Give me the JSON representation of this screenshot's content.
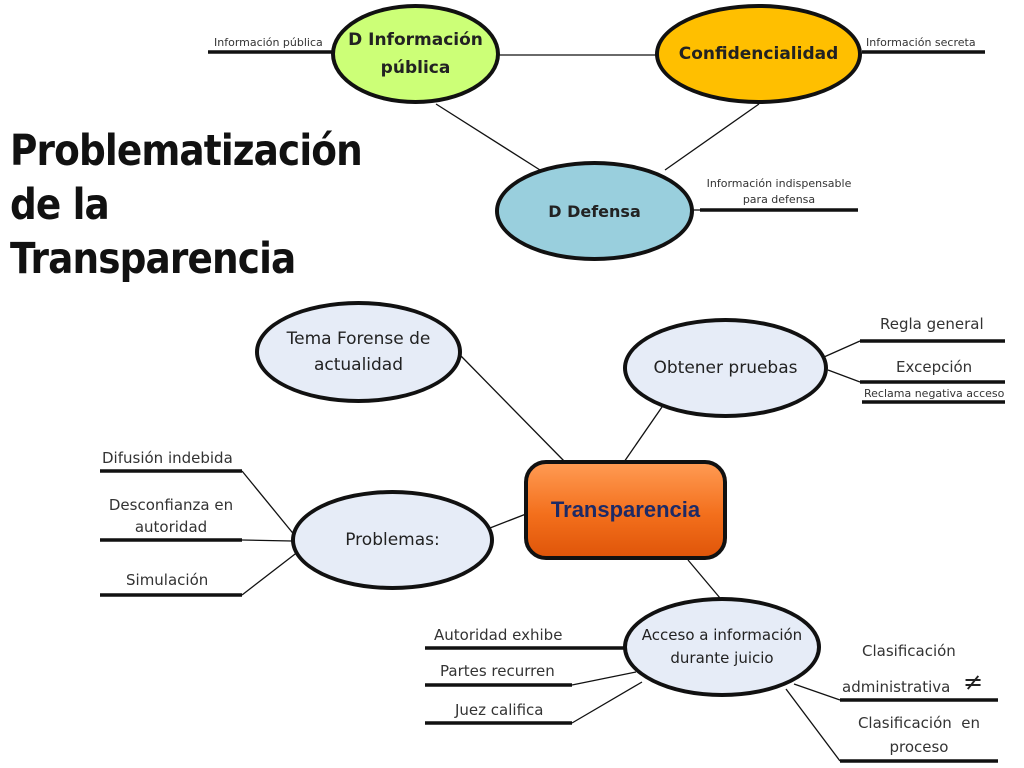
{
  "title": {
    "line1": "Problematización",
    "line2": "de la",
    "line3": "Transparencia"
  },
  "center": {
    "label": "Transparencia"
  },
  "nodes": {
    "d_info": {
      "line1": "D Información",
      "line2": "pública"
    },
    "confidencialidad": {
      "label": "Confidencialidad"
    },
    "d_defensa": {
      "label": "D Defensa"
    },
    "tema_forense": {
      "line1": "Tema Forense de",
      "line2": "actualidad"
    },
    "obtener_pruebas": {
      "label": "Obtener pruebas"
    },
    "problemas": {
      "label": "Problemas:"
    },
    "acceso": {
      "line1": "Acceso a información",
      "line2": "durante juicio"
    }
  },
  "labels": {
    "info_publica": "Información pública",
    "info_secreta": "Información secreta",
    "info_indispensable_1": "Información indispensable",
    "info_indispensable_2": "para defensa",
    "regla_general": "Regla general",
    "excepcion": "Excepción",
    "reclama": "Reclama negativa acceso",
    "difusion": "Difusión indebida",
    "desconfianza_1": "Desconfianza en",
    "desconfianza_2": "autoridad",
    "simulacion": "Simulación",
    "autoridad_exhibe": "Autoridad exhibe",
    "partes_recurren": "Partes recurren",
    "juez_califica": "Juez califica",
    "clasif_admin_1": "Clasificación",
    "clasif_admin_2": "administrativa",
    "neq": "≠",
    "clasif_proceso_1": "Clasificación  en",
    "clasif_proceso_2": "proceso"
  },
  "colors": {
    "d_info_fill": "#ccff77",
    "confidencialidad_fill": "#ffbf00",
    "d_defensa_fill": "#99cfdd",
    "pale_fill": "#e6ecf7",
    "center_fill": "#f36f1c",
    "center_text": "#1d2a66",
    "line": "#111111"
  }
}
